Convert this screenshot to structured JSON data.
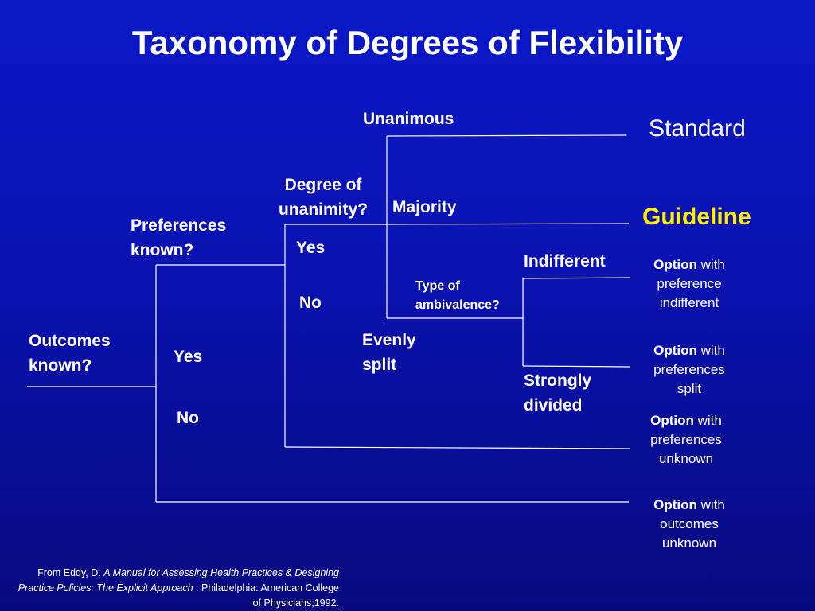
{
  "title": "Taxonomy of Degrees of Flexibility",
  "colors": {
    "background_top": "#0a18c8",
    "background_bottom": "#070a7e",
    "text": "#ffffff",
    "guideline": "#ffee00",
    "lines": "#ffffff"
  },
  "questions": {
    "outcomes": [
      "Outcomes",
      "known?"
    ],
    "preferences": [
      "Preferences",
      "known?"
    ],
    "unanimity": [
      "Degree of",
      "unanimity?"
    ],
    "ambivalence": [
      "Type of",
      "ambivalence?"
    ]
  },
  "branch_labels": {
    "outcomes_yes": "Yes",
    "outcomes_no": "No",
    "preferences_yes": "Yes",
    "preferences_no": "No",
    "unanimous": "Unanimous",
    "majority": "Majority",
    "evenly_split": [
      "Evenly",
      "split"
    ],
    "indifferent": "Indifferent",
    "strongly_divided": [
      "Strongly",
      "divided"
    ]
  },
  "outcomes": {
    "standard": "Standard",
    "guideline": "Guideline",
    "option_indifferent": {
      "bold": "Option",
      "rest": "with",
      "line2": "preference",
      "line3": "indifferent"
    },
    "option_split": {
      "bold": "Option",
      "rest": "with",
      "line2": "preferences",
      "line3": "split"
    },
    "option_pref_unknown": {
      "bold": "Option",
      "rest": "with",
      "line2": "preferences",
      "line3": "unknown"
    },
    "option_outcomes_unknown": {
      "bold": "Option",
      "rest": "with",
      "line2": "outcomes",
      "line3": "unknown"
    }
  },
  "citation": {
    "prefix": "From Eddy, D.",
    "book_title": "A Manual for Assessing Health Practices & Designing Practice Policies: The Explicit Approach",
    "publisher": ". Philadelphia: American College of Physicians;1992."
  }
}
